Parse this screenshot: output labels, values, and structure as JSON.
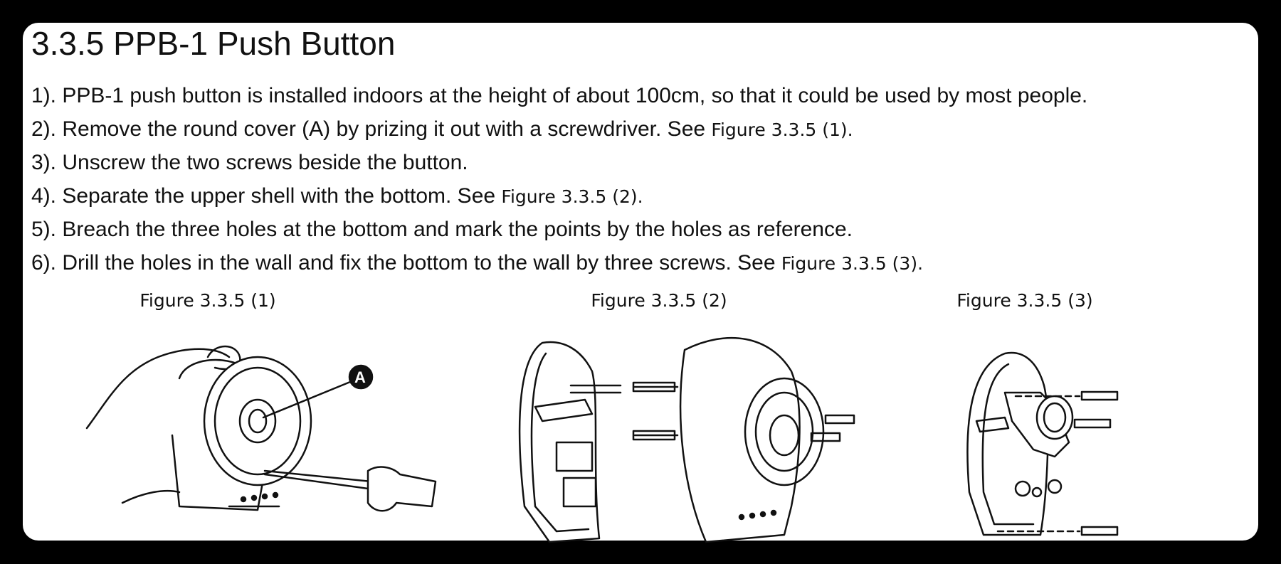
{
  "title": "3.3.5 PPB-1 Push Button",
  "steps": [
    {
      "text": "1). PPB-1 push button is installed indoors at the height of about 100cm, so that it could be used by most people.",
      "figure_ref": ""
    },
    {
      "text": "2). Remove the round cover (A) by prizing it out with a screwdriver. See ",
      "figure_ref": "Figure 3.3.5 (1)."
    },
    {
      "text": "3). Unscrew the two screws beside the button.",
      "figure_ref": ""
    },
    {
      "text": "4). Separate the upper shell with the bottom. See ",
      "figure_ref": "Figure 3.3.5 (2)."
    },
    {
      "text": "5). Breach the three holes at the bottom and mark the points by the holes as reference.",
      "figure_ref": ""
    },
    {
      "text": "6). Drill the holes in the wall and fix the bottom to the wall by three screws. See ",
      "figure_ref": "Figure 3.3.5 (3)."
    }
  ],
  "figures": [
    {
      "caption": "Figure 3.3.5 (1)",
      "callout": "A"
    },
    {
      "caption": "Figure 3.3.5 (2)"
    },
    {
      "caption": "Figure 3.3.5 (3)"
    }
  ]
}
